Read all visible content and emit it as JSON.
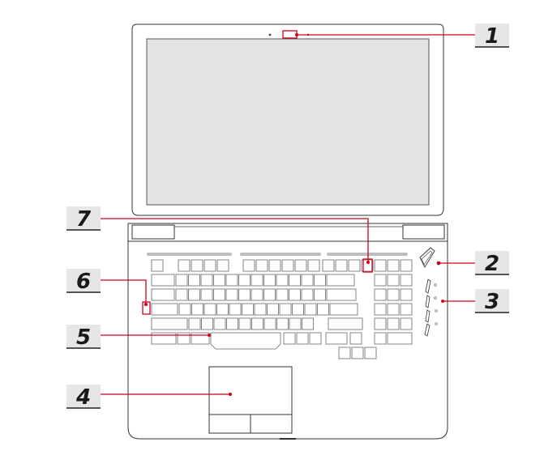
{
  "figure": {
    "callouts": [
      {
        "id": "1",
        "label": "1"
      },
      {
        "id": "2",
        "label": "2"
      },
      {
        "id": "3",
        "label": "3"
      },
      {
        "id": "4",
        "label": "4"
      },
      {
        "id": "5",
        "label": "5"
      },
      {
        "id": "6",
        "label": "6"
      },
      {
        "id": "7",
        "label": "7"
      }
    ],
    "colors": {
      "leader": "#d0021b",
      "callout_fill": "#e6e6e6",
      "outline": "#333333",
      "screen": "#e4e4e4"
    }
  }
}
